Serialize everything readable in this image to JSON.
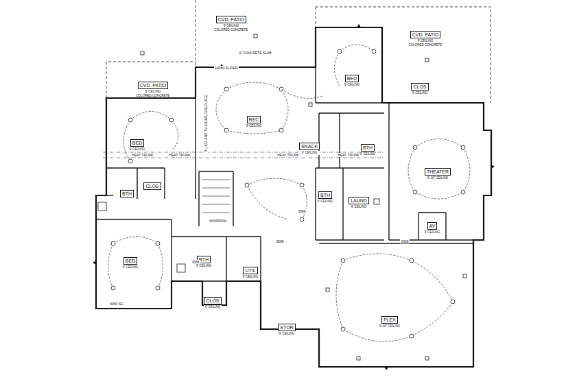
{
  "diagram": {
    "nodes": [
      {
        "text": [
          "CVD. PATIO",
          "9' CEILING",
          "COLORED CONCRETE"
        ]
      },
      {
        "text": [
          "CVD. PATIO",
          "9' CEILING",
          "COLORED CONCRETE"
        ]
      },
      {
        "text": [
          "CVD. PATIO",
          "9' CEILING",
          "COLORED CONCRETE"
        ]
      },
      {
        "text": [
          "BED",
          "9' CEILING"
        ]
      },
      {
        "text": [
          "CLOS",
          "9' CEILING"
        ]
      },
      {
        "text": [
          "REC",
          "9' CEILING"
        ]
      },
      {
        "text": [
          "BED",
          "9' CEILING"
        ]
      },
      {
        "text": [
          "SNACK",
          "9' CEILING"
        ]
      },
      {
        "text": [
          "BTH",
          "9' CEILING"
        ]
      },
      {
        "text": [
          "THEATER",
          "9'-10\" CEILING"
        ]
      },
      {
        "text": [
          "BTH"
        ]
      },
      {
        "text": [
          "CLOS"
        ]
      },
      {
        "text": [
          "BTH",
          "9' CEILING"
        ]
      },
      {
        "text": [
          "LAUND",
          "9' CEILING"
        ]
      },
      {
        "text": [
          "AV",
          "9' CEILING"
        ]
      },
      {
        "text": [
          "BED",
          "9' CEILING"
        ]
      },
      {
        "text": [
          "BTH",
          "9' CEILING"
        ]
      },
      {
        "text": [
          "UTIL",
          "9' CEILING"
        ]
      },
      {
        "text": [
          "CLOS",
          "9' CEILING"
        ]
      },
      {
        "text": [
          "STOR",
          "9' CEILING"
        ]
      },
      {
        "text": [
          "FLEX",
          "9'-10\" CEILING"
        ]
      }
    ],
    "labels": [
      "4' CONCRETE SLAB",
      "14060 SLIDER",
      "HEAT TRUNK",
      "HEAT TRUNK",
      "HEAT TRUNK",
      "HEAT TRUNK",
      "PLUGS AND TV ABOVE FIREPLACE",
      "HANDRAIL",
      "3068",
      "3068",
      "3068",
      "3068",
      "6060 SC"
    ]
  }
}
